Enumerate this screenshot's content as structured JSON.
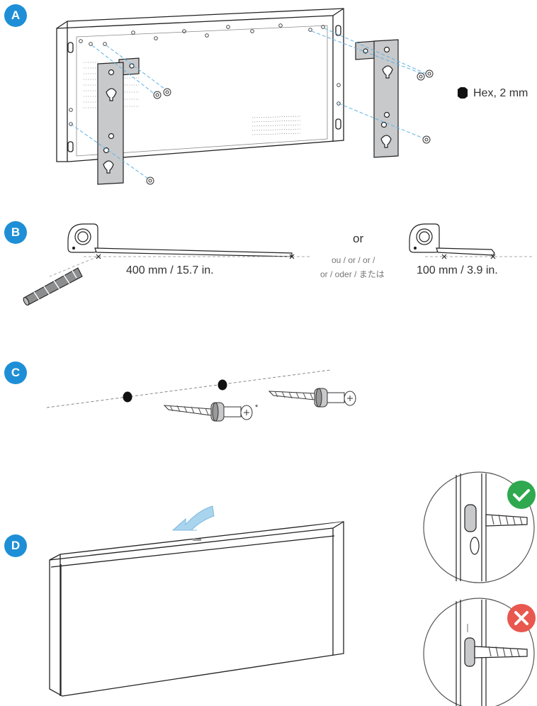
{
  "steps": {
    "a": "A",
    "b": "B",
    "c": "C",
    "d": "D"
  },
  "hex_label": "Hex, 2 mm",
  "distance_a": "400 mm / 15.7 in.",
  "distance_b": "100 mm / 3.9 in.",
  "or_main": "or",
  "or_translations_line1": "ou / or / or /",
  "or_translations_line2": "or / oder / または",
  "screw_note_mark": "*",
  "colors": {
    "badge": "#1e8fd6",
    "bracket": "#c8c9cb",
    "guide_line": "#5fb3e6",
    "ok": "#2fa84f",
    "bad": "#e8584f",
    "arrow": "#a9d4ee"
  }
}
